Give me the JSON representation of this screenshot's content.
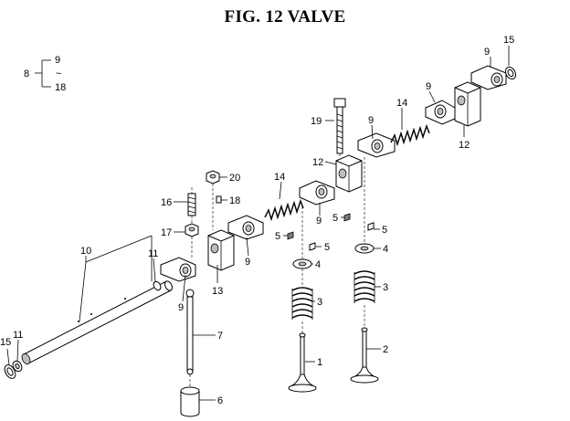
{
  "title": "FIG. 12  VALVE",
  "group_bracket": {
    "ref": "8",
    "from": "9",
    "sep": "~",
    "to": "18"
  },
  "callouts": {
    "c1": "1",
    "c2": "2",
    "c3a": "3",
    "c3b": "3",
    "c4a": "4",
    "c4b": "4",
    "c5a": "5",
    "c5b": "5",
    "c5c": "5",
    "c5d": "5",
    "c6": "6",
    "c7": "7",
    "c9a": "9",
    "c9b": "9",
    "c9c": "9",
    "c9d": "9",
    "c9e": "9",
    "c9f": "9",
    "c10": "10",
    "c11a": "11",
    "c11b": "11",
    "c12a": "12",
    "c12b": "12",
    "c13": "13",
    "c14a": "14",
    "c14b": "14",
    "c15a": "15",
    "c15b": "15",
    "c16": "16",
    "c17": "17",
    "c18": "18",
    "c19": "19",
    "c20": "20"
  }
}
